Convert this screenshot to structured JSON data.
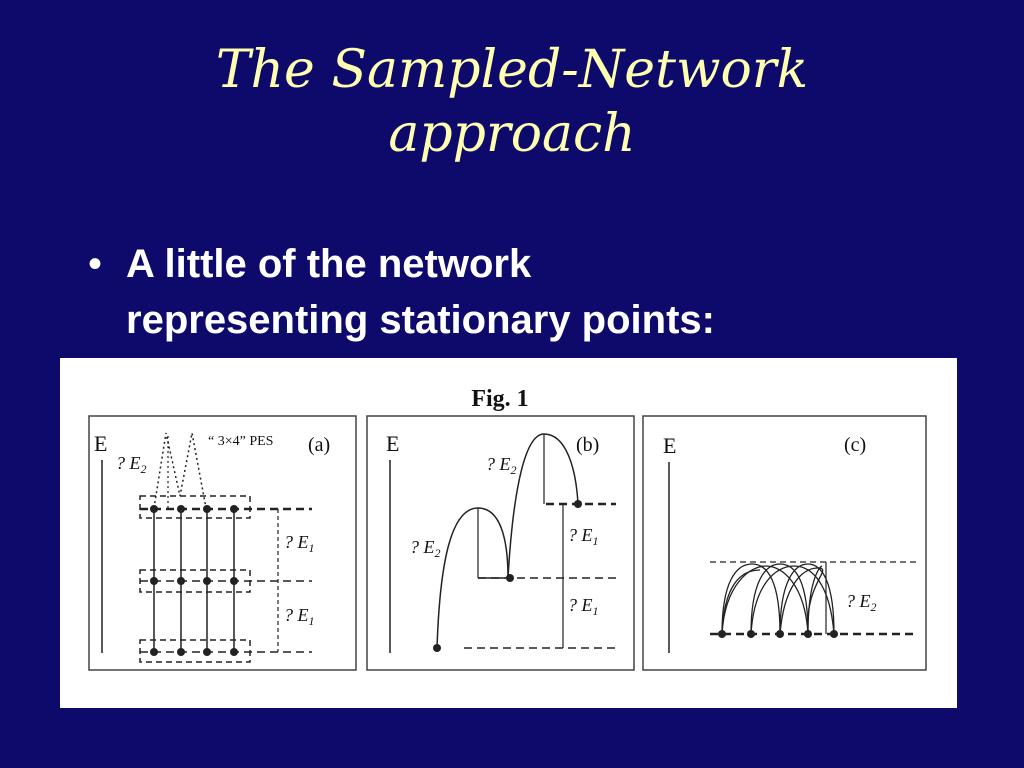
{
  "slide": {
    "title_line1": "The Sampled-Network",
    "title_line2": "approach",
    "bullet_marker": "•",
    "bullet_line1": "A little of the network",
    "bullet_line2": "representing stationary points:"
  },
  "figure": {
    "caption": "Fig. 1",
    "energy_label": "E",
    "panel_a": {
      "label": "(a)",
      "pes_label": "“ 3×4” PES"
    },
    "panel_b": {
      "label": "(b)"
    },
    "panel_c": {
      "label": "(c)"
    },
    "delta_e1": "? E",
    "delta_e1_sub": "1",
    "delta_e2": "? E",
    "delta_e2_sub": "2"
  },
  "colors": {
    "background": "#0d0a6b",
    "title": "#ffffb0",
    "text": "#ffffff"
  }
}
